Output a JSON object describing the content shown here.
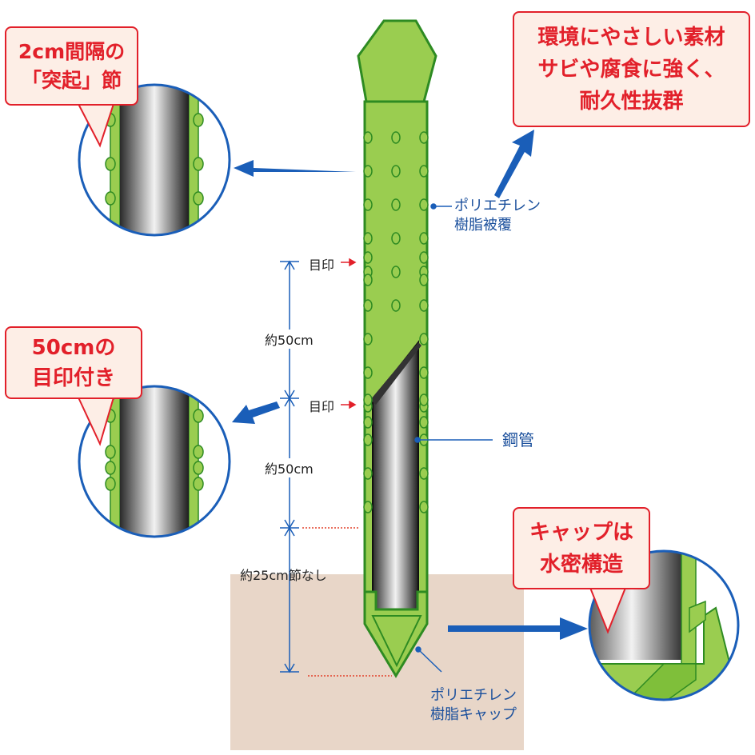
{
  "callouts": {
    "nodes": [
      "2cm間隔の",
      "「突起」節"
    ],
    "eco": [
      "環境にやさしい素材",
      "サビや腐食に強く、",
      "耐久性抜群"
    ],
    "marks": [
      "50cmの",
      "目印付き"
    ],
    "cap": [
      "キャップは",
      "水密構造"
    ]
  },
  "labels": {
    "coating": [
      "ポリエチレン",
      "樹脂被覆"
    ],
    "steel": "鋼管",
    "cap": [
      "ポリエチレン",
      "樹脂キャップ"
    ]
  },
  "dimensions": {
    "mark1": "目印",
    "mark2": "目印",
    "len1": "約50cm",
    "len2": "約50cm",
    "len3": "約25cm節なし"
  },
  "colors": {
    "resin": "#9acd50",
    "resin_dark": "#2e8b22",
    "accent_red": "#e2202a",
    "accent_blue": "#1a5eb8",
    "ground": "#e8d6c8"
  }
}
